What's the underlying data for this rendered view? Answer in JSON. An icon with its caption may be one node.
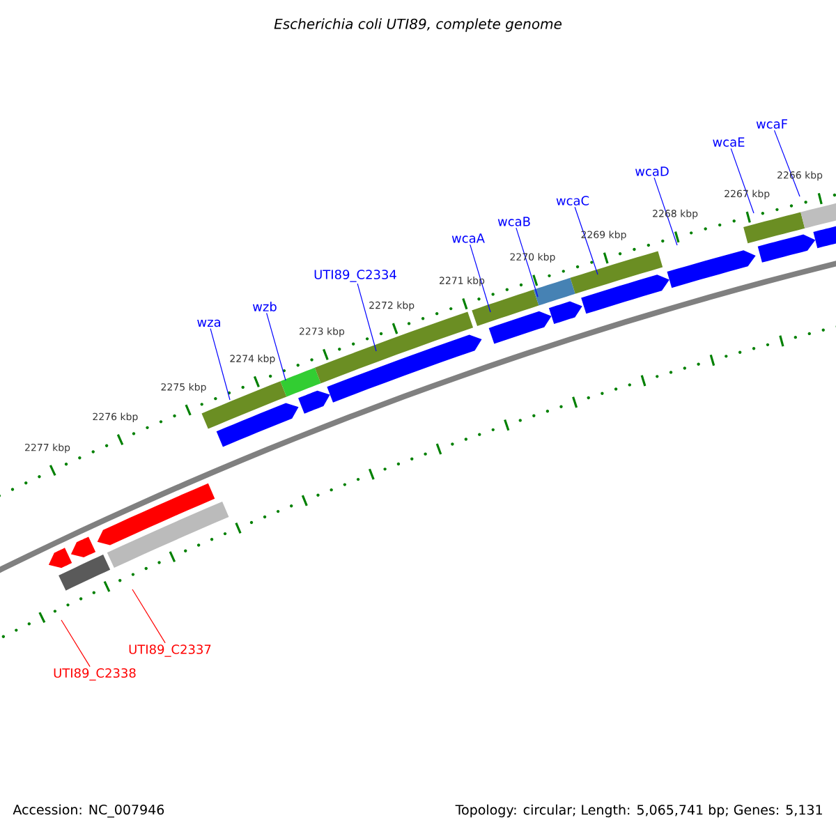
{
  "diagram": {
    "title": "Escherichia coli UTI89, complete genome",
    "nodes": [
      {
        "text": [
          "wza"
        ]
      },
      {
        "text": [
          "wzb"
        ]
      },
      {
        "text": [
          "UTI89_C2334"
        ]
      },
      {
        "text": [
          "wcaA"
        ]
      },
      {
        "text": [
          "wcaB"
        ]
      },
      {
        "text": [
          "wcaC"
        ]
      },
      {
        "text": [
          "wcaD"
        ]
      },
      {
        "text": [
          "wcaE"
        ]
      },
      {
        "text": [
          "wcaF"
        ]
      },
      {
        "text": [
          "UTI89_C2337"
        ]
      },
      {
        "text": [
          "UTI89_C2338"
        ]
      }
    ],
    "edges": [
      {
        "from": 0,
        "to": null,
        "arrow": "none"
      },
      {
        "from": 1,
        "to": null,
        "arrow": "none"
      },
      {
        "from": 2,
        "to": null,
        "arrow": "none"
      },
      {
        "from": 3,
        "to": null,
        "arrow": "none"
      },
      {
        "from": 4,
        "to": null,
        "arrow": "none"
      },
      {
        "from": 5,
        "to": null,
        "arrow": "none"
      },
      {
        "from": 6,
        "to": null,
        "arrow": "none"
      },
      {
        "from": 7,
        "to": null,
        "arrow": "none"
      },
      {
        "from": 8,
        "to": null,
        "arrow": "none"
      },
      {
        "from": 9,
        "to": null,
        "arrow": "none",
        "color": "#ff0000"
      },
      {
        "from": 10,
        "to": null,
        "arrow": "none",
        "color": "#ff0000"
      }
    ],
    "labels": [
      "2266 kbp",
      "2267 kbp",
      "2268 kbp",
      "2269 kbp",
      "2270 kbp",
      "2271 kbp",
      "2272 kbp",
      "2273 kbp",
      "2274 kbp",
      "2275 kbp",
      "2276 kbp",
      "2277 kbp",
      "Accession: NC_007946",
      "Topology: circular; Length: 5,065,741 bp; Genes: 5,131"
    ]
  }
}
